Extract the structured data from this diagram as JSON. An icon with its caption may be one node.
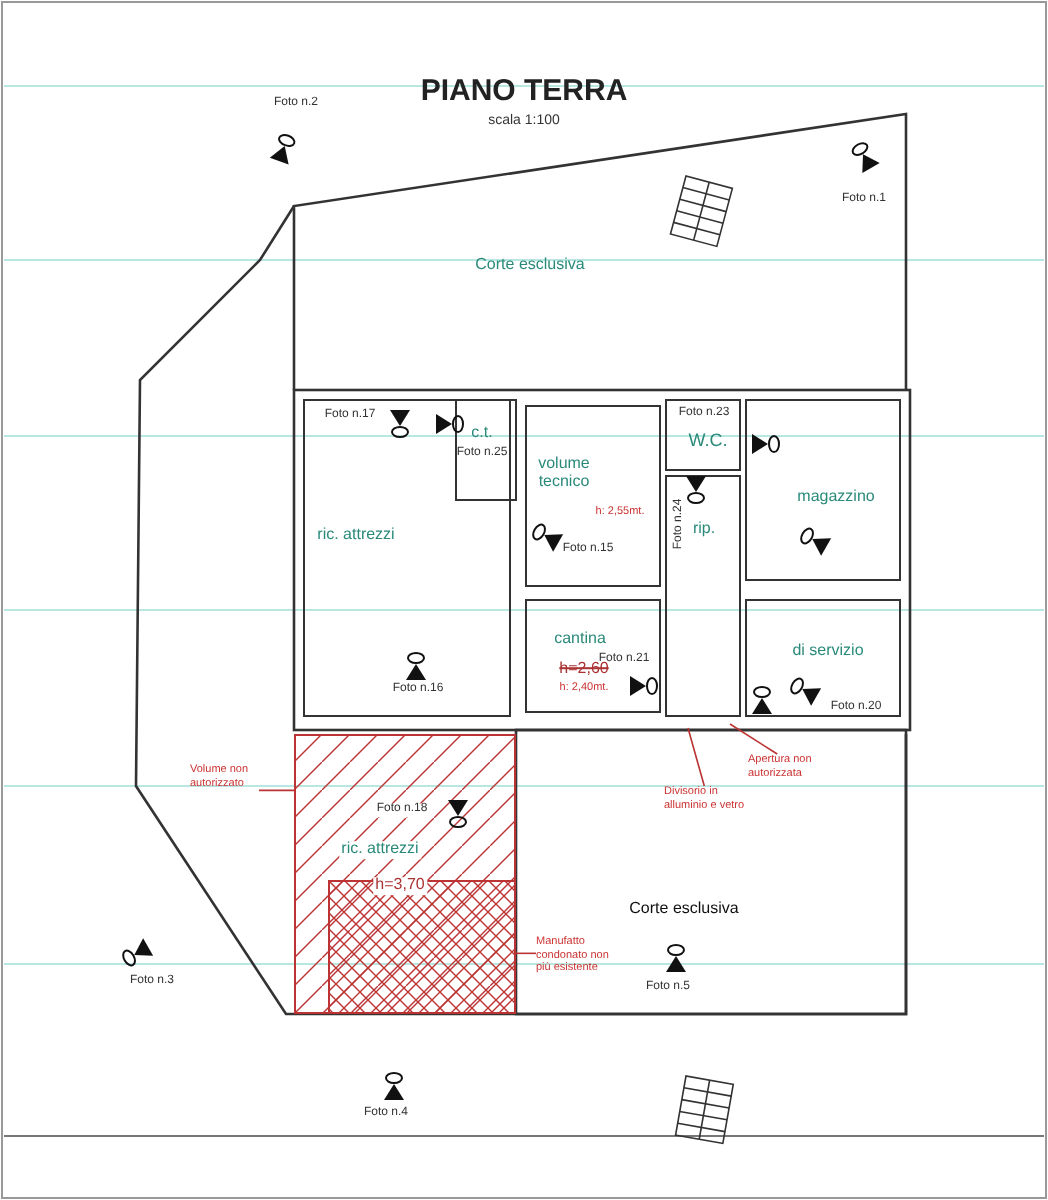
{
  "diagram": {
    "title": "PIANO TERRA",
    "nodes": [
      {
        "text": [
          "Volume non autorizzato"
        ]
      },
      {
        "text": [],
        "shape": "box"
      },
      {
        "text": [
          "Manufatto condonato non più esistente"
        ]
      },
      {
        "text": [],
        "shape": "box",
        "in": 1
      },
      {
        "text": [
          "Divisorio in alluminio e vetro"
        ]
      },
      {
        "text": [
          "Apertura non autorizzata"
        ]
      }
    ],
    "edges": [
      {
        "from": 0,
        "to": 1,
        "arrow": "none"
      },
      {
        "from": 2,
        "to": 3,
        "arrow": "none"
      },
      {
        "from": 4,
        "to": null,
        "arrow": "none"
      },
      {
        "from": 5,
        "to": null,
        "arrow": "none"
      }
    ],
    "labels": [
      "scala 1:100",
      "Foto n.2",
      "Foto n.1",
      "Corte esclusiva",
      "Foto n.17",
      "c.t.",
      "Foto n.25",
      "volume tecnico",
      "h: 2,55mt.",
      "Foto n.23",
      "W.C.",
      "rip.",
      "Foto n.24",
      "magazzino",
      "ric. attrezzi",
      "Foto n.15",
      "cantina",
      "h=2,60",
      "h: 2,40mt.",
      "Foto n.21",
      "di servizio",
      "Foto n.16",
      "Foto n.20",
      "Foto n.18",
      "ric. attrezzi",
      "h=3,70",
      "Corte esclusiva",
      "Foto n.3",
      "Foto n.5",
      "Foto n.4"
    ]
  }
}
